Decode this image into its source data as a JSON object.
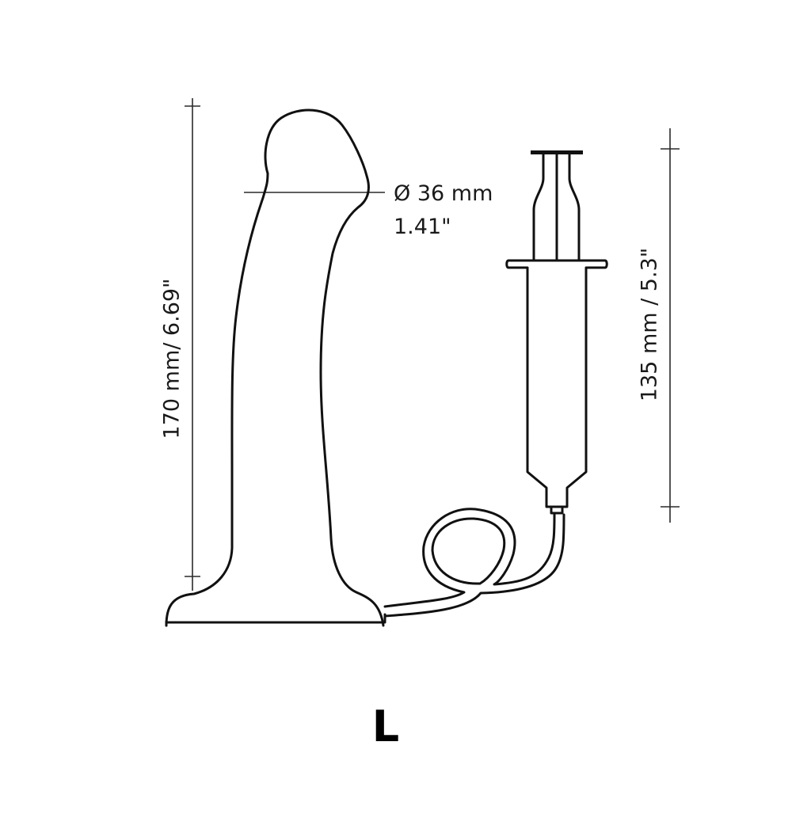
{
  "diagram": {
    "size_label": "L",
    "colors": {
      "line": "#111111",
      "dimension_line": "#2a2a2a",
      "text": "#1a1a1a",
      "background": "#ffffff"
    },
    "dimensions": {
      "total_length": {
        "label": "170 mm/ 6.69\"",
        "mm": 170,
        "inches": 6.69,
        "orientation": "vertical"
      },
      "diameter": {
        "label_metric": "Ø 36 mm",
        "label_imperial": "1.41\"",
        "mm": 36,
        "inches": 1.41
      },
      "syringe_length": {
        "label": "135 mm / 5.3\"",
        "mm": 135,
        "inches": 5.3,
        "orientation": "vertical"
      }
    },
    "parts": [
      "body-outline",
      "suction-base",
      "inflation-tube",
      "syringe"
    ]
  }
}
